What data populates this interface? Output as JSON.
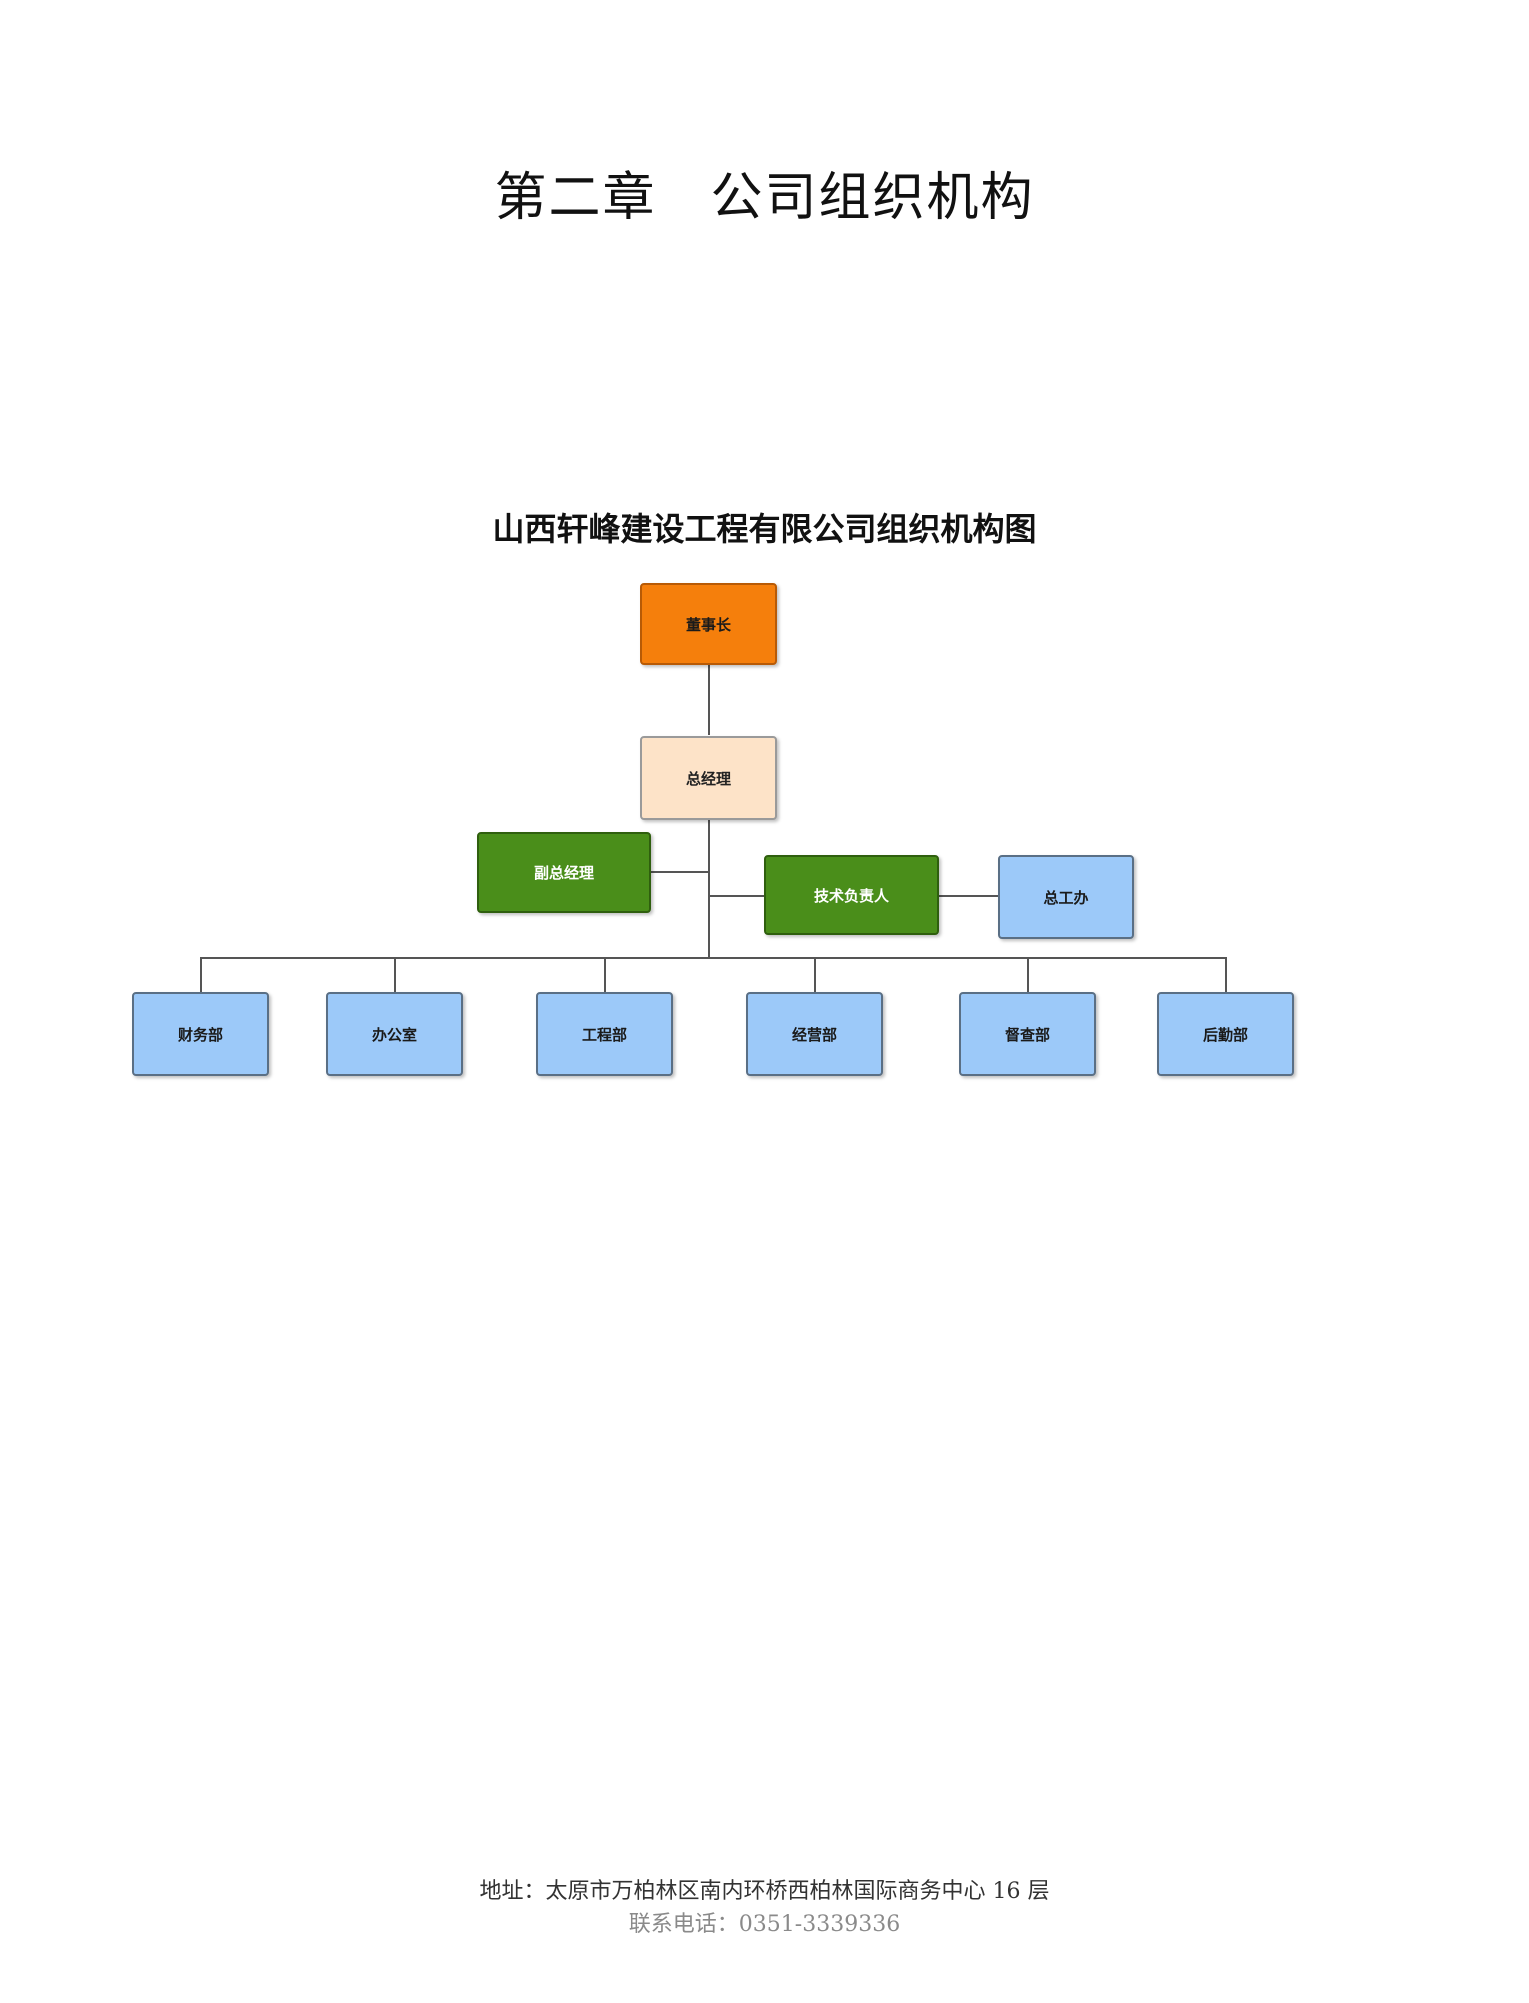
{
  "document": {
    "chapter_title": "第二章　公司组织机构",
    "chart_title": "山西轩峰建设工程有限公司组织机构图"
  },
  "org_chart": {
    "chairman": "董事长",
    "general_manager": "总经理",
    "deputy_general_manager": "副总经理",
    "technical_director": "技术负责人",
    "chief_engineer_office": "总工办",
    "departments": [
      "财务部",
      "办公室",
      "工程部",
      "经营部",
      "督查部",
      "后勤部"
    ]
  },
  "colors": {
    "chairman_fill": "#f57f0c",
    "general_manager_fill": "#fde3c8",
    "deputy_fill": "#4a8e1a",
    "department_fill": "#9cc9f9"
  },
  "footer": {
    "address": "地址：太原市万柏林区南内环桥西柏林国际商务中心 16 层",
    "phone": "联系电话：0351-3339336"
  }
}
